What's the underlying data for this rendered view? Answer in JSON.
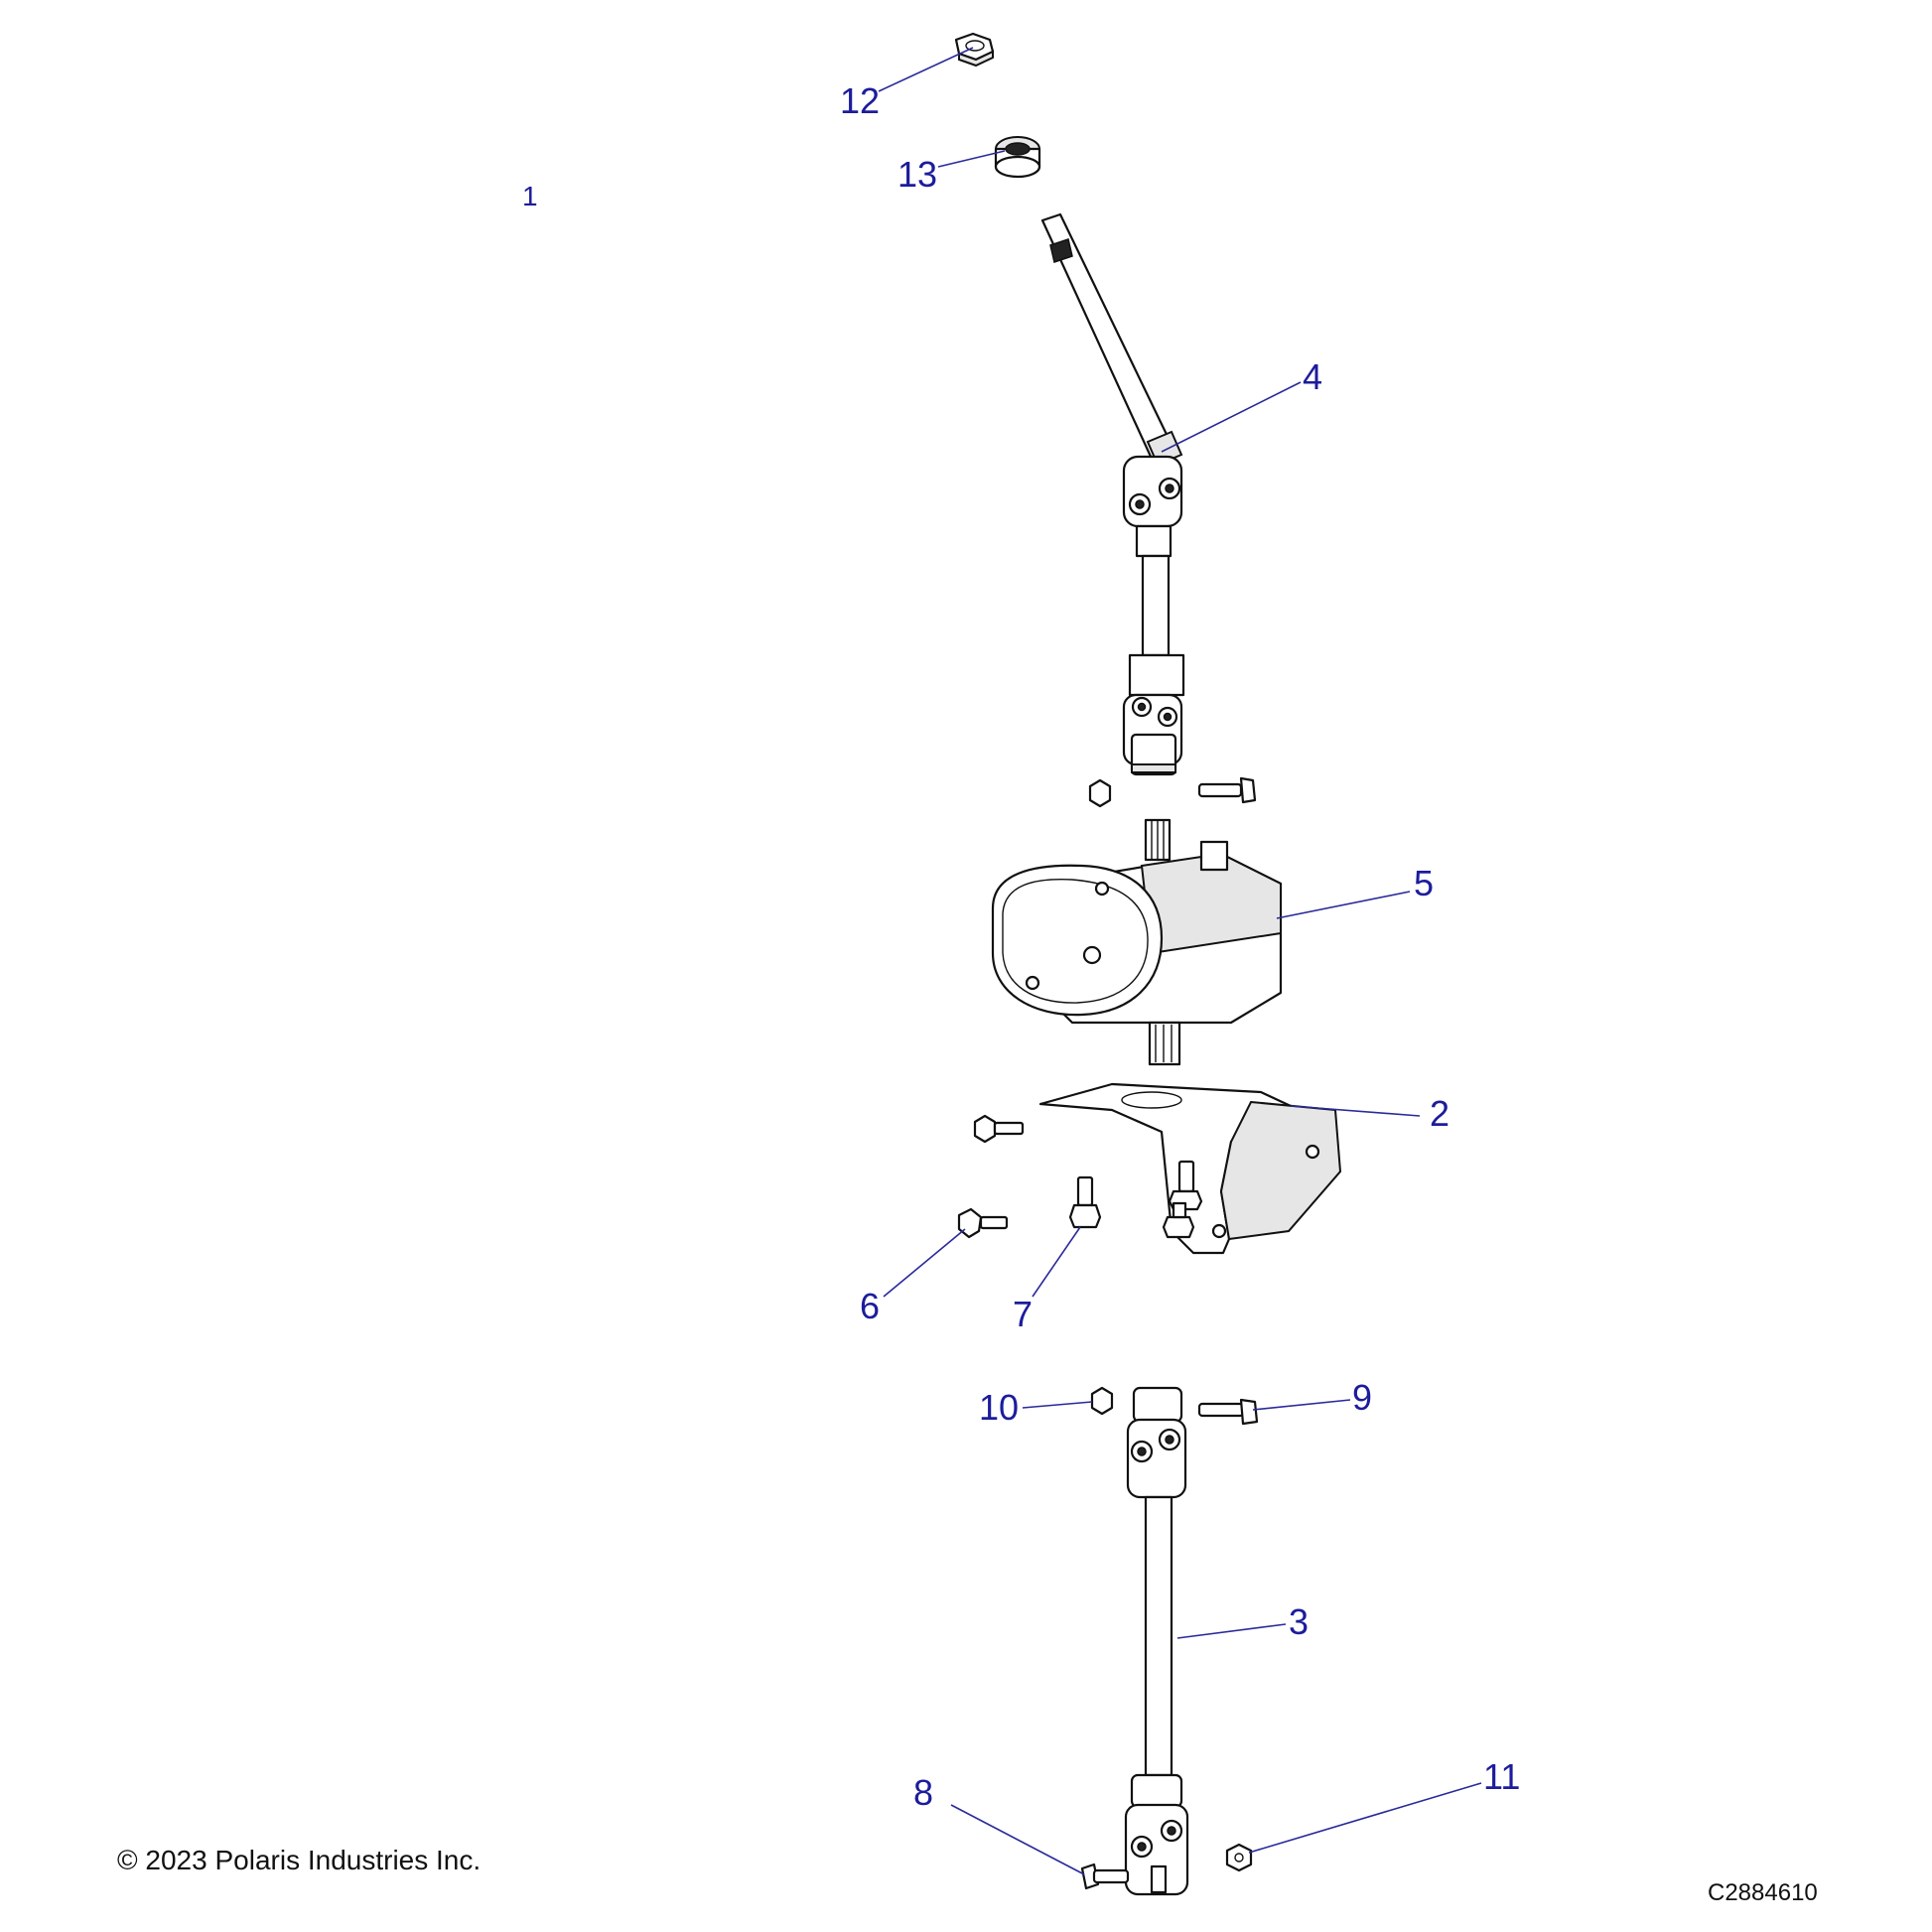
{
  "diagram": {
    "callouts": [
      {
        "id": "1",
        "label": "1"
      },
      {
        "id": "2",
        "label": "2"
      },
      {
        "id": "3",
        "label": "3"
      },
      {
        "id": "4",
        "label": "4"
      },
      {
        "id": "5",
        "label": "5"
      },
      {
        "id": "6",
        "label": "6"
      },
      {
        "id": "7",
        "label": "7"
      },
      {
        "id": "8",
        "label": "8"
      },
      {
        "id": "9",
        "label": "9"
      },
      {
        "id": "10",
        "label": "10"
      },
      {
        "id": "11",
        "label": "11"
      },
      {
        "id": "12",
        "label": "12"
      },
      {
        "id": "13",
        "label": "13"
      }
    ],
    "copyright": "© 2023 Polaris Industries Inc.",
    "drawing_number": "C2884610"
  },
  "colors": {
    "callout": "#1c1c9c",
    "leader": "#2a2a9a",
    "line": "#111111",
    "background": "#ffffff"
  }
}
